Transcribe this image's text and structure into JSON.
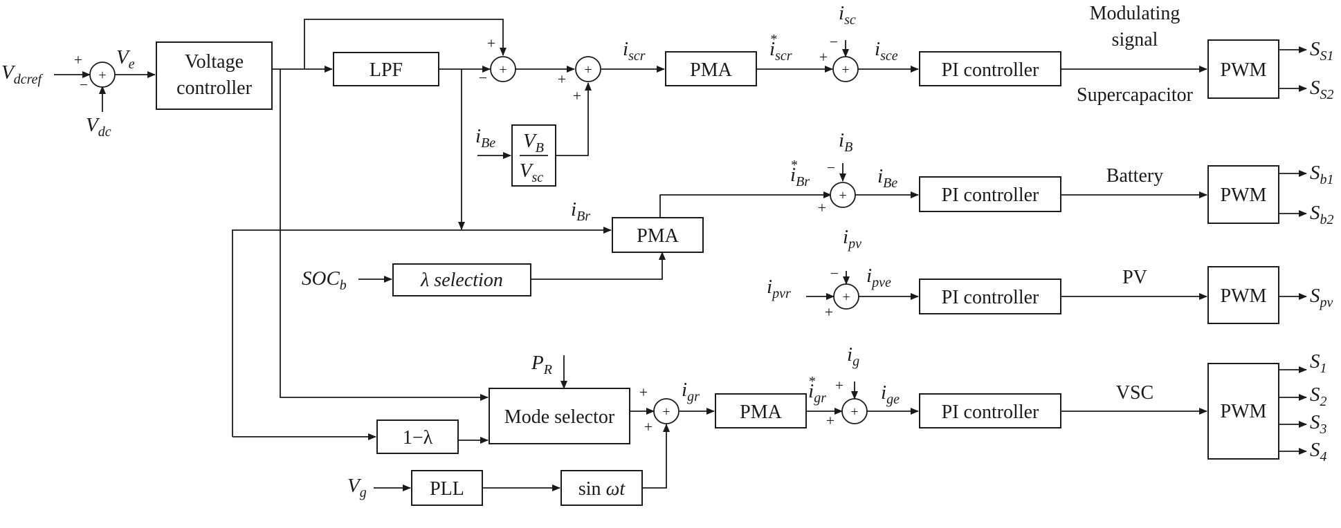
{
  "blocks": {
    "voltage_controller": [
      "Voltage",
      "controller"
    ],
    "lpf": "LPF",
    "pma": "PMA",
    "pi_controller": "PI controller",
    "pwm": "PWM",
    "lambda_selection": "λ selection",
    "one_minus_lambda": "1−λ",
    "mode_selector": "Mode selector",
    "pll": "PLL",
    "sin_wt": {
      "prefix": "sin ",
      "arg": "ωt"
    },
    "ratio": {
      "num_base": "V",
      "num_sub": "B",
      "den_base": "V",
      "den_sub": "sc"
    }
  },
  "branch_labels": {
    "modulating_signal": [
      "Modulating",
      "signal"
    ],
    "supercapacitor": "Supercapacitor",
    "battery": "Battery",
    "pv": "PV",
    "vsc": "VSC"
  },
  "signs": {
    "plus": "+",
    "minus": "−",
    "star": "*"
  },
  "signals": {
    "vdcref": {
      "base": "V",
      "sub": "dcref"
    },
    "ve": {
      "base": "V",
      "sub": "e"
    },
    "vdc": {
      "base": "V",
      "sub": "dc"
    },
    "iscr": {
      "base": "i",
      "sub": "scr"
    },
    "iscr_star": {
      "base": "i",
      "sub": "scr"
    },
    "isc": {
      "base": "i",
      "sub": "sc"
    },
    "isce": {
      "base": "i",
      "sub": "sce"
    },
    "ibe_in": {
      "base": "i",
      "sub": "Be"
    },
    "ibr_star": {
      "base": "i",
      "sub": "Br"
    },
    "ib": {
      "base": "i",
      "sub": "B"
    },
    "ibe": {
      "base": "i",
      "sub": "Be"
    },
    "ibr": {
      "base": "i",
      "sub": "Br"
    },
    "socb": {
      "base": "SOC",
      "sub": "b"
    },
    "ipv": {
      "base": "i",
      "sub": "pv"
    },
    "ipvr": {
      "base": "i",
      "sub": "pvr"
    },
    "ipve": {
      "base": "i",
      "sub": "pve"
    },
    "pr": {
      "base": "P",
      "sub": "R"
    },
    "igr": {
      "base": "i",
      "sub": "gr"
    },
    "igr_star": {
      "base": "i",
      "sub": "gr"
    },
    "ig": {
      "base": "i",
      "sub": "g"
    },
    "ige": {
      "base": "i",
      "sub": "ge"
    },
    "vg": {
      "base": "V",
      "sub": "g"
    }
  },
  "outputs": {
    "ss1": {
      "base": "S",
      "sub": "S1"
    },
    "ss2": {
      "base": "S",
      "sub": "S2"
    },
    "sb1": {
      "base": "S",
      "sub": "b1"
    },
    "sb2": {
      "base": "S",
      "sub": "b2"
    },
    "spv": {
      "base": "S",
      "sub": "pv"
    },
    "s1": {
      "base": "S",
      "sub": "1"
    },
    "s2": {
      "base": "S",
      "sub": "2"
    },
    "s3": {
      "base": "S",
      "sub": "3"
    },
    "s4": {
      "base": "S",
      "sub": "4"
    }
  }
}
